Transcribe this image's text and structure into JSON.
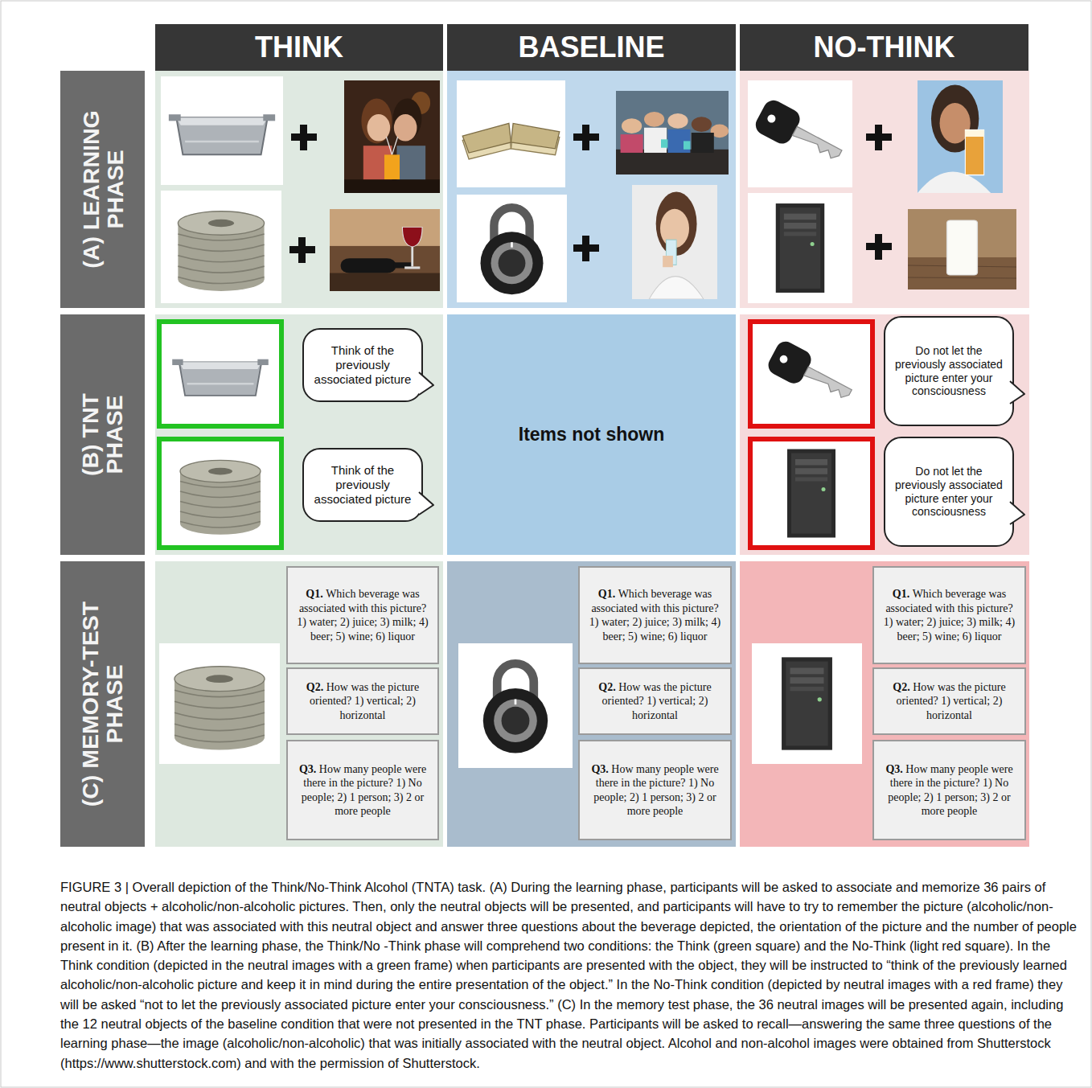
{
  "diagram": {
    "caption": "FIGURE 3 | Overall depiction of the Think/No-Think Alcohol (TNTA) task. (A) During the learning phase, participants will be asked to associate and memorize 36 pairs of neutral objects + alcoholic/non-alcoholic pictures. Then, only the neutral objects will be presented, and participants will have to try to remember the picture (alcoholic/non-alcoholic image) that was associated with this neutral object and answer three questions about the beverage depicted, the orientation of the picture and the number of people present in it. (B) After the learning phase, the Think/No -Think phase will comprehend two conditions: the Think (green square) and the No-Think (light red square). In the Think condition (depicted in the neutral images with a green frame) when participants are presented with the object, they will be instructed to “think of the previously learned alcoholic/non-alcoholic picture and keep it in mind during the entire presentation of the object.” In the No-Think condition (depicted by neutral images with a red frame) they will be asked “not to let the previously associated picture enter your consciousness.” (C) In the memory test phase, the 36 neutral images will be presented again, including the 12 neutral objects of the baseline condition that were not presented in the TNT phase. Participants will be asked to recall—answering the same three questions of the learning phase—the image (alcoholic/non-alcoholic) that was initially associated with the neutral object. Alcohol and non-alcohol images were obtained from Shutterstock (https://www.shutterstock.com) and with the permission of Shutterstock.",
    "nodes": [
      {
        "text": [
          "THINK"
        ]
      },
      {
        "text": [
          "BASELINE"
        ]
      },
      {
        "text": [
          "NO-THINK"
        ]
      },
      {
        "text": [
          "(A) LEARNING PHASE"
        ]
      },
      {
        "text": [
          "(B) TNT PHASE"
        ]
      },
      {
        "text": [
          "Think of the previously associated picture"
        ]
      },
      {
        "text": [
          "Think of the previously associated picture"
        ]
      },
      {
        "text": [
          "Items not shown"
        ]
      },
      {
        "text": [
          "Do not let the previously associated picture enter your consciousness"
        ]
      },
      {
        "text": [
          "Do not let the previously associated picture enter your consciousness"
        ]
      },
      {
        "text": [
          "(C) MEMORY-TEST PHASE"
        ]
      },
      {
        "text": [
          "Q1.",
          "Which beverage was associated with this picture? 1) water; 2) juice; 3) milk; 4) beer; 5) wine; 6) liquor"
        ]
      },
      {
        "text": [
          "Q2.",
          "How was the picture oriented? 1) vertical; 2) horizontal"
        ]
      },
      {
        "text": [
          "Q3.",
          "How many people were there in the picture? 1) No people; 2) 1 person; 3) 2 or more people"
        ]
      },
      {
        "text": [
          "Q1.",
          "Which beverage was associated with this picture? 1) water; 2) juice; 3) milk; 4) beer; 5) wine; 6) liquor"
        ]
      },
      {
        "text": [
          "Q2.",
          "How was the picture oriented? 1) vertical; 2) horizontal"
        ]
      },
      {
        "text": [
          "Q3.",
          "How many people were there in the picture? 1) No people; 2) 1 person; 3) 2 or more people"
        ]
      },
      {
        "text": [
          "Q1.",
          "Which beverage was associated with this picture? 1) water; 2) juice; 3) milk; 4) beer; 5) wine; 6) liquor"
        ]
      },
      {
        "text": [
          "Q2.",
          "How was the picture oriented? 1) vertical; 2) horizontal"
        ]
      },
      {
        "text": [
          "Q3.",
          "How many people were there in the picture? 1) No people; 2) 1 person; 3) 2 or more people"
        ]
      }
    ]
  }
}
